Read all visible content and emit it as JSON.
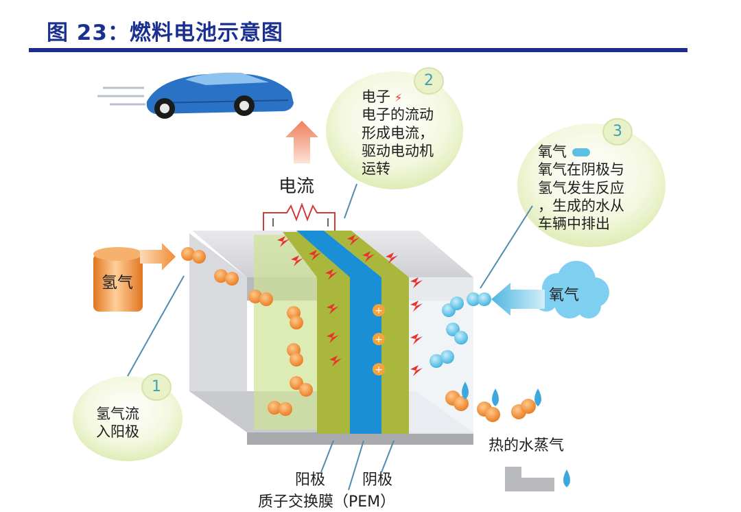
{
  "figure": {
    "title": "图 23：燃料电池示意图"
  },
  "labels": {
    "current": "电流",
    "hydrogen_tank": "氢气",
    "oxygen_cloud": "氧气",
    "anode": "阳极",
    "cathode": "阴极",
    "pem": "质子交换膜（PEM）",
    "steam": "热的水蒸气"
  },
  "callouts": [
    {
      "number": "1",
      "lines": [
        "氢气流",
        "入阳极"
      ]
    },
    {
      "number": "2",
      "heading": "电子",
      "lines": [
        "电子的流动",
        "形成电流，",
        "驱动电动机",
        "运转"
      ]
    },
    {
      "number": "3",
      "heading": "氧气",
      "lines": [
        "氧气在阴极与",
        "氢气发生反应",
        "，生成的水从",
        "车辆中排出"
      ]
    }
  ],
  "colors": {
    "title": "#1a2f8f",
    "membrane": "#1b8fd6",
    "electrode": "#a9b83c",
    "hydrogen": "#f08c32",
    "oxygen": "#5cc0e0",
    "electron": "#e8322c",
    "car": "#2a72c6",
    "callout_bg": "#e4efc0"
  }
}
